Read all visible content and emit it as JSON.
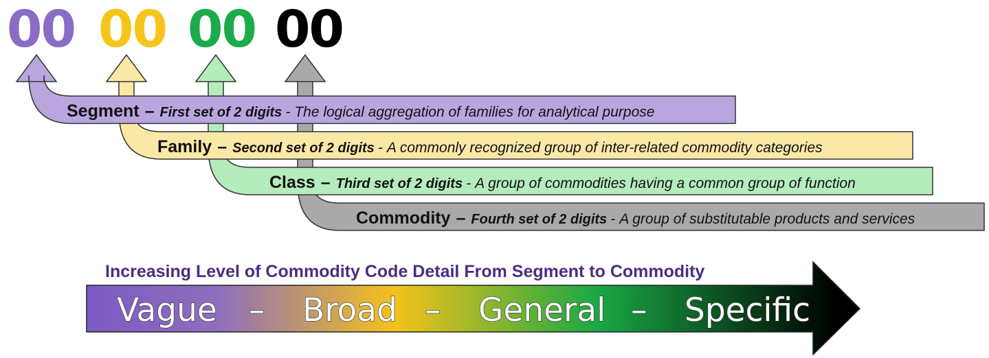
{
  "levels": [
    {
      "digits": "00",
      "name": "Segment",
      "digits_label": "First set of 2 digits",
      "description": "The logical aggregation of families for analytical purpose",
      "color": "#8b6cc4",
      "fill": "#b9a6df"
    },
    {
      "digits": "00",
      "name": "Family",
      "digits_label": "Second set of 2 digits",
      "description": "A commonly recognized group of inter-related commodity categories",
      "color": "#f6c51b",
      "fill": "#fbe8a7"
    },
    {
      "digits": "00",
      "name": "Class",
      "digits_label": "Third set of 2 digits",
      "description": "A group of commodities having a common group of function",
      "color": "#1cab4a",
      "fill": "#b4ecbc"
    },
    {
      "digits": "00",
      "name": "Commodity",
      "digits_label": "Fourth set of 2 digits",
      "description": "A group of substitutable products and services",
      "color": "#000000",
      "fill": "#a9a9a9"
    }
  ],
  "separator": "–",
  "headline": {
    "text": "Increasing Level of Commodity Code Detail From Segment to Commodity",
    "color": "#4b2d84"
  },
  "scale": {
    "words": [
      "Vague",
      "–",
      "Broad",
      "–",
      "General",
      "–",
      "Specific"
    ],
    "gradient": [
      "#7b5bc4",
      "#8e6ebc",
      "#f5c21a",
      "#19a845",
      "#000000"
    ]
  }
}
